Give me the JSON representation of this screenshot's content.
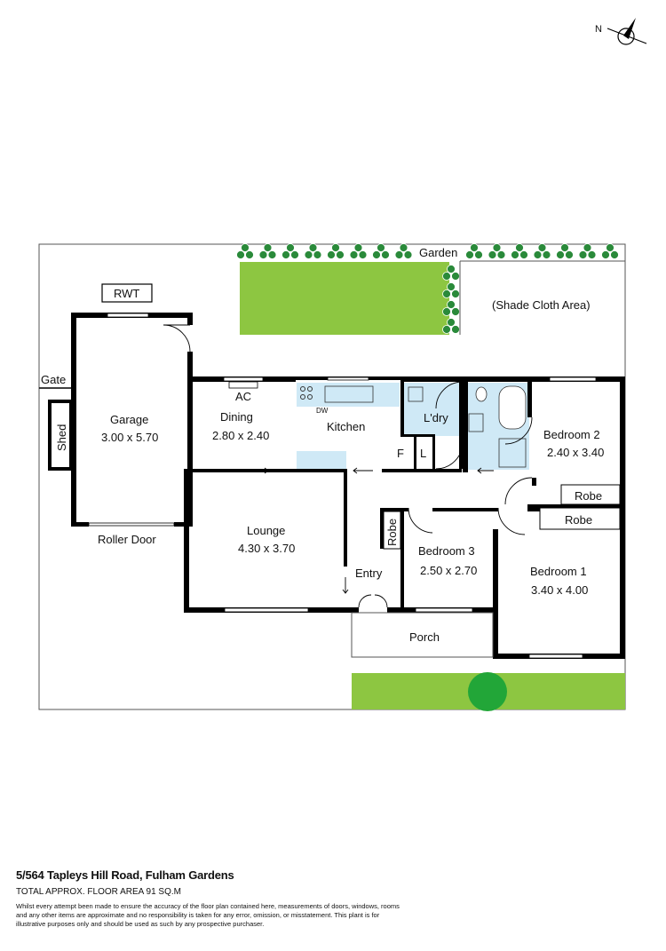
{
  "compass": {
    "label": "N"
  },
  "outdoor": {
    "garden": "Garden",
    "shade_cloth": "(Shade Cloth Area)",
    "rwt": "RWT",
    "gate": "Gate",
    "shed": "Shed",
    "porch": "Porch",
    "roller_door": "Roller Door"
  },
  "rooms": {
    "garage": {
      "name": "Garage",
      "size": "3.00 x 5.70"
    },
    "dining": {
      "name": "Dining",
      "size": "2.80 x 2.40"
    },
    "kitchen": {
      "name": "Kitchen"
    },
    "laundry": {
      "name": "L'dry"
    },
    "bedroom2": {
      "name": "Bedroom 2",
      "size": "2.40 x 3.40"
    },
    "lounge": {
      "name": "Lounge",
      "size": "4.30 x 3.70"
    },
    "entry": {
      "name": "Entry"
    },
    "bedroom3": {
      "name": "Bedroom 3",
      "size": "2.50 x 2.70"
    },
    "bedroom1": {
      "name": "Bedroom 1",
      "size": "3.40 x 4.00"
    }
  },
  "fixtures": {
    "ac": "AC",
    "dw": "DW",
    "fridge": "F",
    "linen": "L",
    "robe_bed2": "Robe",
    "robe_bed1": "Robe",
    "robe_bed3": "Robe"
  },
  "colors": {
    "wall": "#000000",
    "lawn": "#8dc641",
    "shrub": "#2a8a3a",
    "wet_area": "#cfe9f6",
    "tree": "#22a638"
  },
  "footer": {
    "address": "5/564 Tapleys Hill Road, Fulham Gardens",
    "floor_area": "TOTAL APPROX. FLOOR AREA 91 SQ.M",
    "disclaimer": "Whilst every attempt been made to ensure the accuracy of the floor plan contained here, measurements of doors, windows, rooms and any other items are approximate and no responsibility is taken for any error, omission, or misstatement. This plant is for illustrative purposes only and should be used as such by any prospective purchaser."
  }
}
